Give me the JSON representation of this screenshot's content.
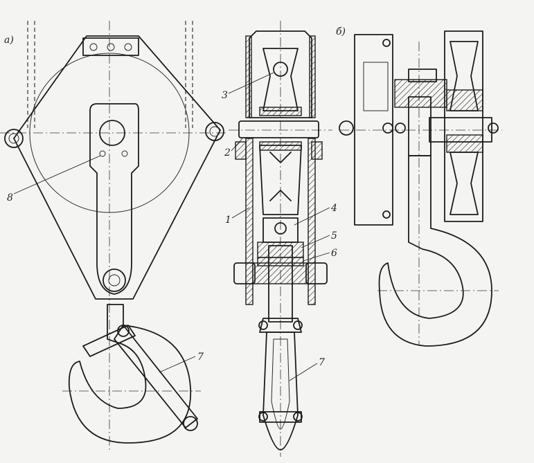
{
  "views": {
    "a": {
      "label": "a)"
    },
    "b": {
      "label": "б)"
    }
  },
  "callouts": {
    "c1": "1",
    "c2": "2",
    "c3": "3",
    "c4": "4",
    "c5": "5",
    "c6": "6",
    "c7a": "7",
    "c7b": "7",
    "c8": "8"
  }
}
